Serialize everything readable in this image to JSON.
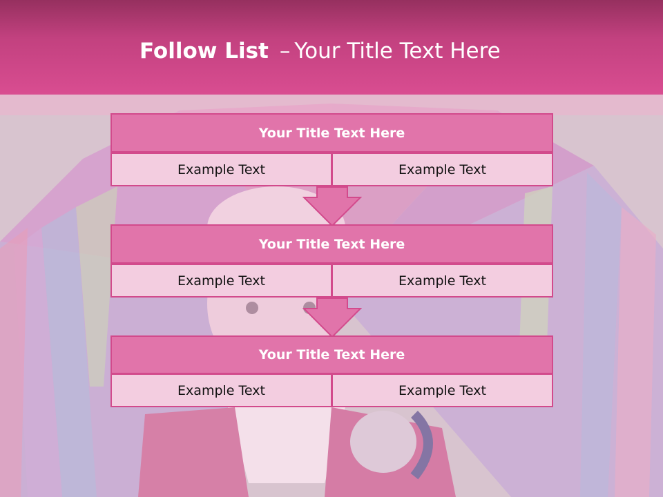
{
  "header": {
    "title_bold": "Follow List",
    "title_dash": "–",
    "title_rest": "Your Title Text Here"
  },
  "blocks": [
    {
      "title": "Your Title Text Here",
      "left": "Example Text",
      "right": "Example Text"
    },
    {
      "title": "Your Title Text Here",
      "left": "Example Text",
      "right": "Example Text"
    },
    {
      "title": "Your Title Text Here",
      "left": "Example Text",
      "right": "Example Text"
    }
  ],
  "colors": {
    "header": "#d94d91",
    "block_title": "#e174aa",
    "cell": "#f3cde0",
    "border": "#d24a8c"
  }
}
